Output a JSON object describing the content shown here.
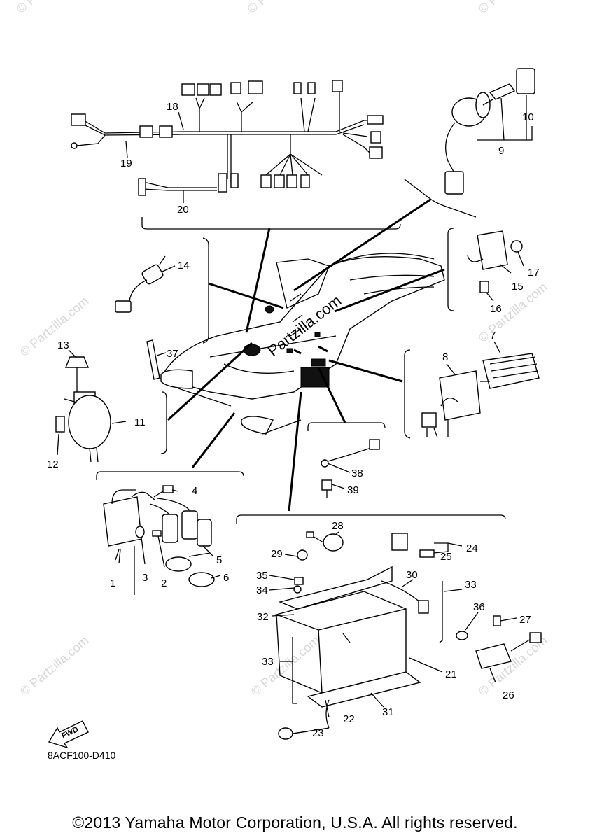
{
  "watermark": "© Partzilla.com",
  "center_watermark": "Partzilla.com",
  "fwd_label": "FWD",
  "diagram_code": "8ACF100-D410",
  "copyright": "©2013 Yamaha Motor Corporation, U.S.A. All rights reserved.",
  "callouts": [
    "1",
    "2",
    "3",
    "4",
    "5",
    "6",
    "7",
    "8",
    "9",
    "10",
    "11",
    "12",
    "13",
    "14",
    "15",
    "16",
    "17",
    "18",
    "19",
    "20",
    "21",
    "22",
    "23",
    "24",
    "25",
    "26",
    "27",
    "28",
    "29",
    "30",
    "31",
    "32",
    "33",
    "33",
    "34",
    "35",
    "36",
    "37",
    "38",
    "39"
  ]
}
